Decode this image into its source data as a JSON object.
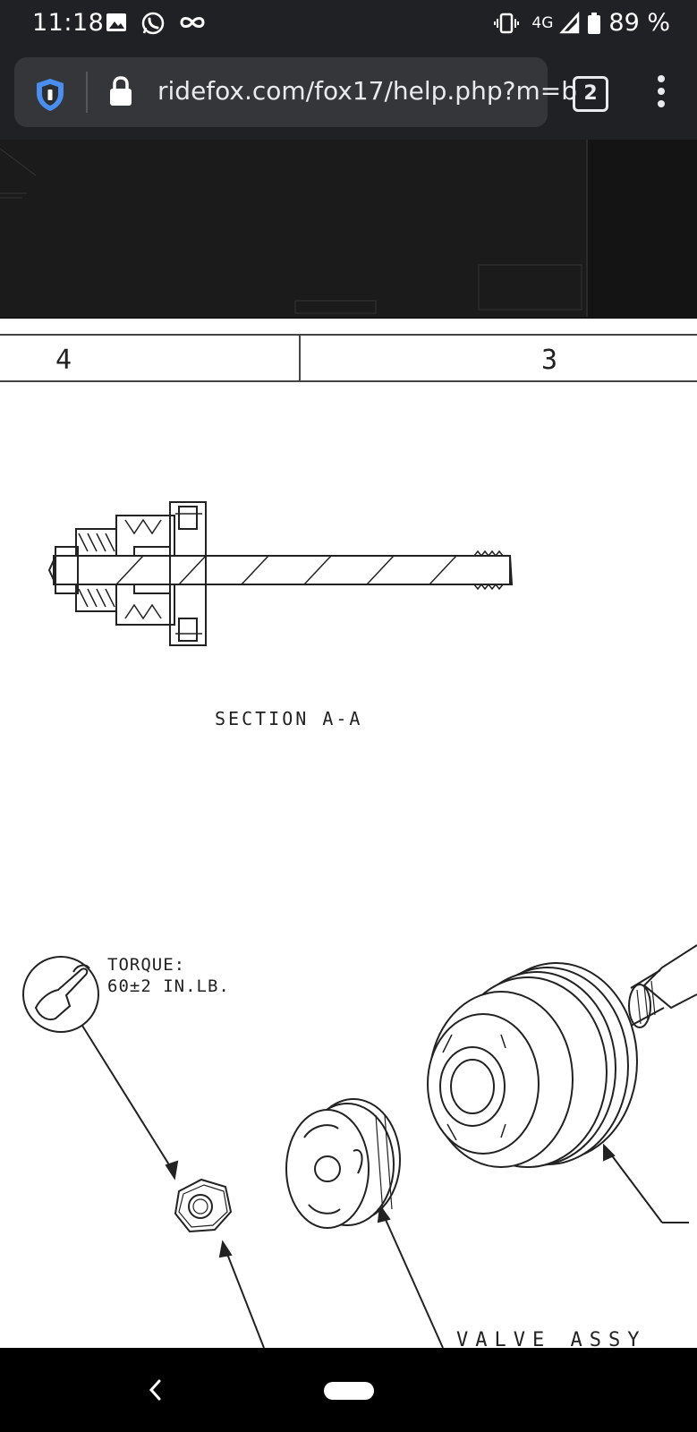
{
  "status_bar": {
    "time": "11:18",
    "network": "4G",
    "battery": "89 %",
    "icons": [
      "image-icon",
      "whatsapp-icon",
      "infinity-icon",
      "vibrate-icon",
      "signal-icon",
      "battery-icon"
    ]
  },
  "browser": {
    "url": "ridefox.com/fox17/help.php?m=b",
    "tab_count": "2",
    "icons": [
      "shield-icon",
      "lock-icon",
      "more-vert-icon"
    ]
  },
  "drawing": {
    "zone_left": "4",
    "zone_right": "3",
    "section_label": "SECTION  A-A",
    "torque_label": "TORQUE:",
    "torque_value": "60±2 IN.LB.",
    "bottom_partial_label": "VALVE ASSY"
  },
  "nav_bar": {
    "icons": [
      "back-icon",
      "home-pill"
    ]
  },
  "colors": {
    "chrome": "#202124",
    "urlbox": "#35363a",
    "page": "#ffffff",
    "line": "#222222"
  }
}
